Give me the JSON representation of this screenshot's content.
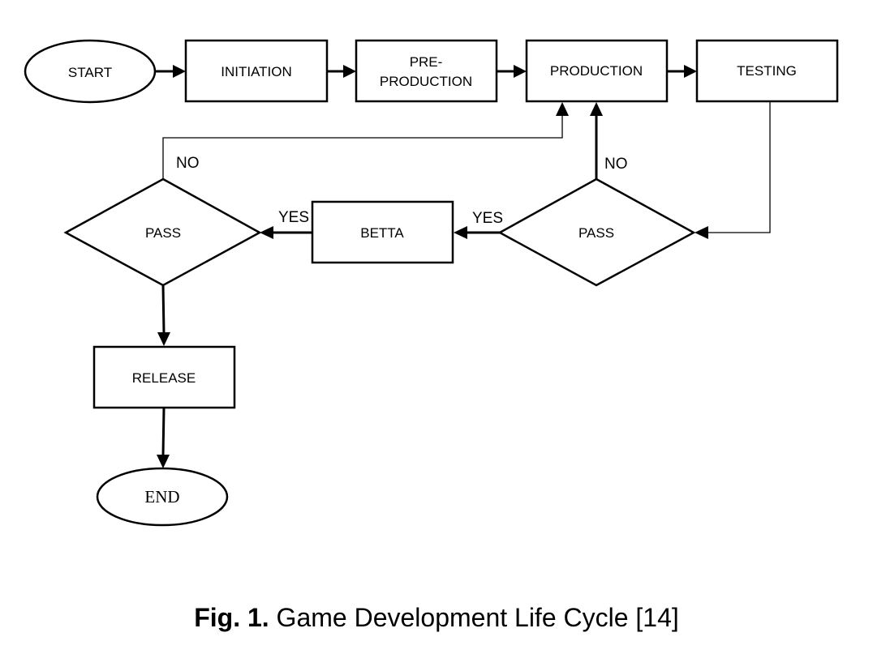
{
  "nodes": {
    "start": "START",
    "initiation": "INITIATION",
    "preproduction_line1": "PRE-",
    "preproduction_line2": "PRODUCTION",
    "production": "PRODUCTION",
    "testing": "TESTING",
    "pass_right": "PASS",
    "betta": "BETTA",
    "pass_left": "PASS",
    "release": "RELEASE",
    "end": "END"
  },
  "edge_labels": {
    "pass_left_no": "NO",
    "pass_right_no": "NO",
    "pass_right_yes": "YES",
    "betta_yes": "YES"
  },
  "caption": {
    "label": "Fig. 1.",
    "text": " Game Development Life Cycle [14]"
  }
}
